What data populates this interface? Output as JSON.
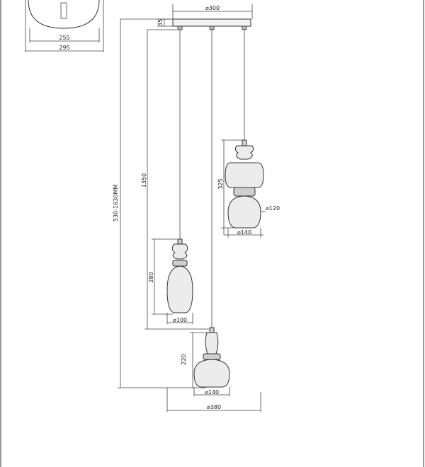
{
  "labels": {
    "canopy_diameter": "⌀300",
    "canopy_height": "35",
    "overall_height": "530-1630MM",
    "cable_length": "1350",
    "right_lamp_height": "325",
    "right_lamp_inner_diameter": "⌀120",
    "right_lamp_diameter": "⌀140",
    "left_lamp_height": "280",
    "left_lamp_diameter": "⌀100",
    "center_lamp_height": "220",
    "center_lamp_diameter": "⌀140",
    "total_spread": "⌀380",
    "top_view_inner": "255",
    "top_view_outer": "295"
  }
}
